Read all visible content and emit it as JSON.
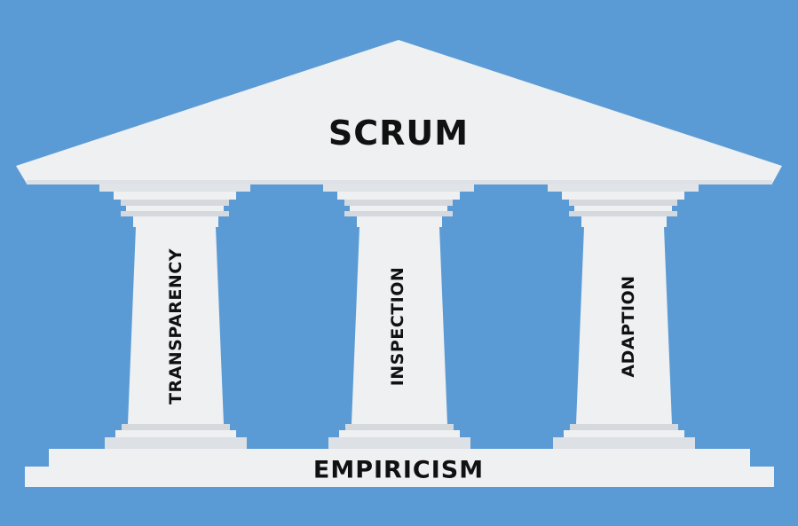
{
  "roof": {
    "title": "SCRUM"
  },
  "pillars": [
    {
      "label": "TRANSPARENCY"
    },
    {
      "label": "INSPECTION"
    },
    {
      "label": "ADAPTION"
    }
  ],
  "base": {
    "title": "EMPIRICISM"
  },
  "colors": {
    "background": "#5b9bd5",
    "stone": "#eef0f2",
    "stone_shadow": "#d5d8dc",
    "text": "#111111"
  }
}
